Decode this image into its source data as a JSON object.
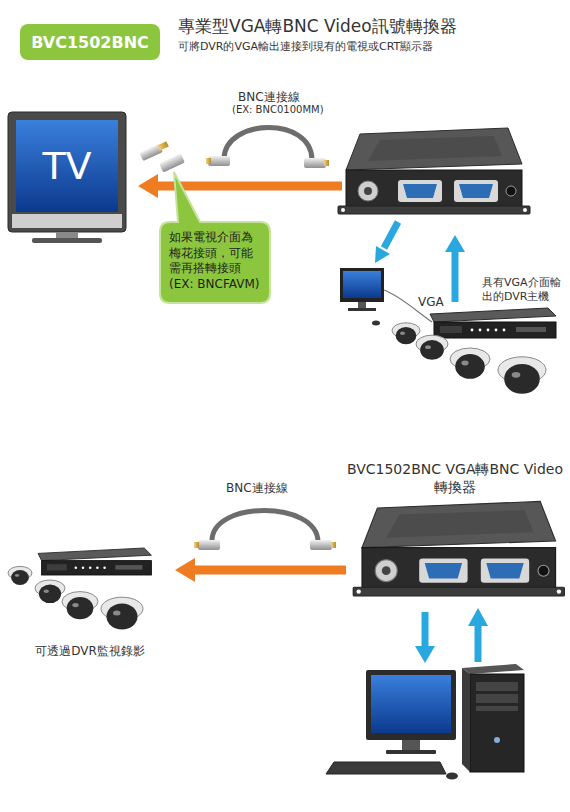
{
  "diagram": {
    "title": "專業型VGA轉BNC Video訊號轉換器",
    "nodes": [
      {
        "text": [
          "BVC1502BNC"
        ]
      },
      {
        "text": [
          "TV"
        ]
      },
      {
        "text": [
          "如果電視介面為梅花接頭，可能需再搭轉接頭(EX: BNCFAVM)"
        ]
      },
      {
        "text": [
          "BVC1502BNC VGA轉BNC Video轉換器"
        ]
      },
      {
        "text": [
          "可透過DVR監視錄影"
        ]
      }
    ],
    "edges": [
      {
        "from": 3,
        "to": 4,
        "arrow": "to"
      }
    ],
    "labels": [
      "可將DVR的VGA輸出連接到現有的電視或CRT顯示器",
      "BNC連接線",
      "(EX: BNC0100MM)",
      "VGA",
      "具有VGA介面輸出的DVR主機",
      "BNC連接線"
    ]
  }
}
